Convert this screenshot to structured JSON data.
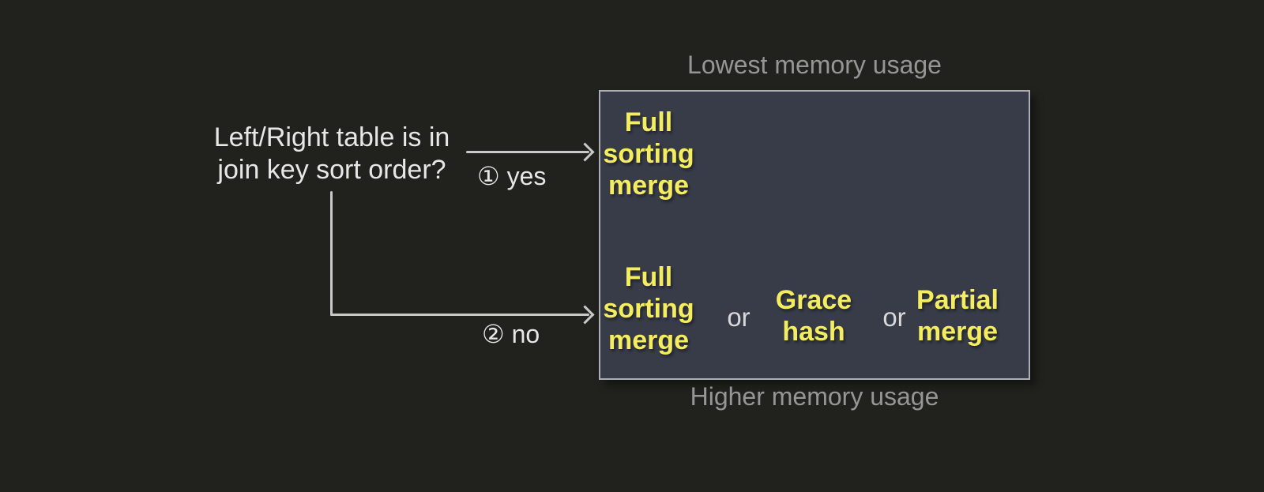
{
  "colors": {
    "background": "#21221d",
    "box_fill": "#383c48",
    "box_border": "#abaeb3",
    "option_yellow": "#f4ed5f",
    "caption_gray": "#969696",
    "text_white": "#e7e7e7",
    "line_gray": "#c9c9c9"
  },
  "question": {
    "text": "Left/Right table is in\njoin key sort order?"
  },
  "branches": {
    "yes": {
      "label": "① yes"
    },
    "no": {
      "label": "② no"
    }
  },
  "memory_axis": {
    "top_caption": "Lowest memory usage",
    "bottom_caption": "Higher memory usage"
  },
  "options_box": {
    "sorted_row": {
      "options": [
        "Full\nsorting\nmerge"
      ]
    },
    "unsorted_row": {
      "options": [
        "Full\nsorting\nmerge",
        "Grace\nhash",
        "Partial\nmerge"
      ],
      "separator": "or"
    }
  }
}
